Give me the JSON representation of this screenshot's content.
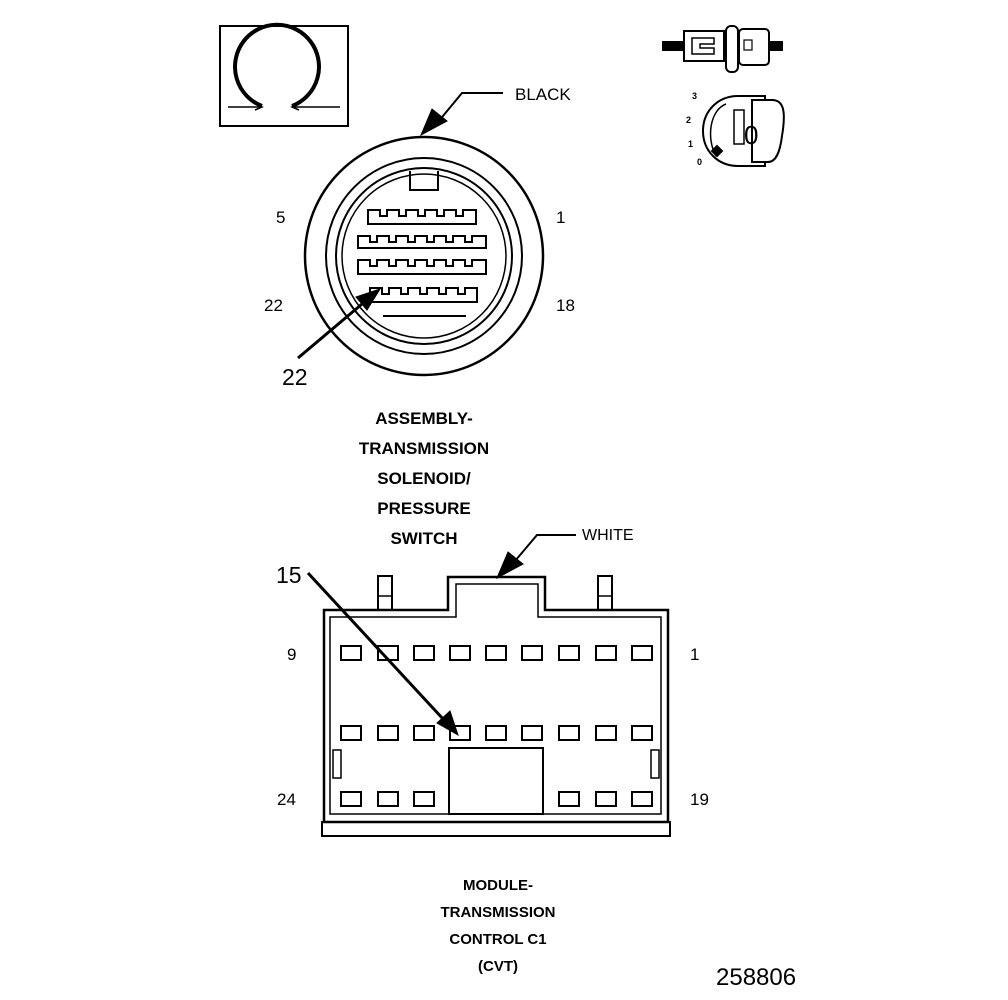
{
  "top_connector": {
    "color_label": "BLACK",
    "pin_labels": {
      "top_left": "5",
      "top_right": "1",
      "bottom_left": "22",
      "bottom_right": "18"
    },
    "callout_pin": "22",
    "title_lines": [
      "ASSEMBLY-",
      "TRANSMISSION",
      "SOLENOID/",
      "PRESSURE",
      "SWITCH"
    ]
  },
  "bottom_connector": {
    "color_label": "WHITE",
    "callout_pin": "15",
    "pin_labels": {
      "top_left": "9",
      "top_right": "1",
      "bottom_left": "24",
      "bottom_right": "19"
    },
    "title_lines": [
      "MODULE-",
      "TRANSMISSION",
      "CONTROL C1",
      "(CVT)"
    ]
  },
  "key_icon": {
    "positions": [
      "3",
      "2",
      "1",
      "0"
    ],
    "key_label": "0"
  },
  "figure_number": "258806"
}
